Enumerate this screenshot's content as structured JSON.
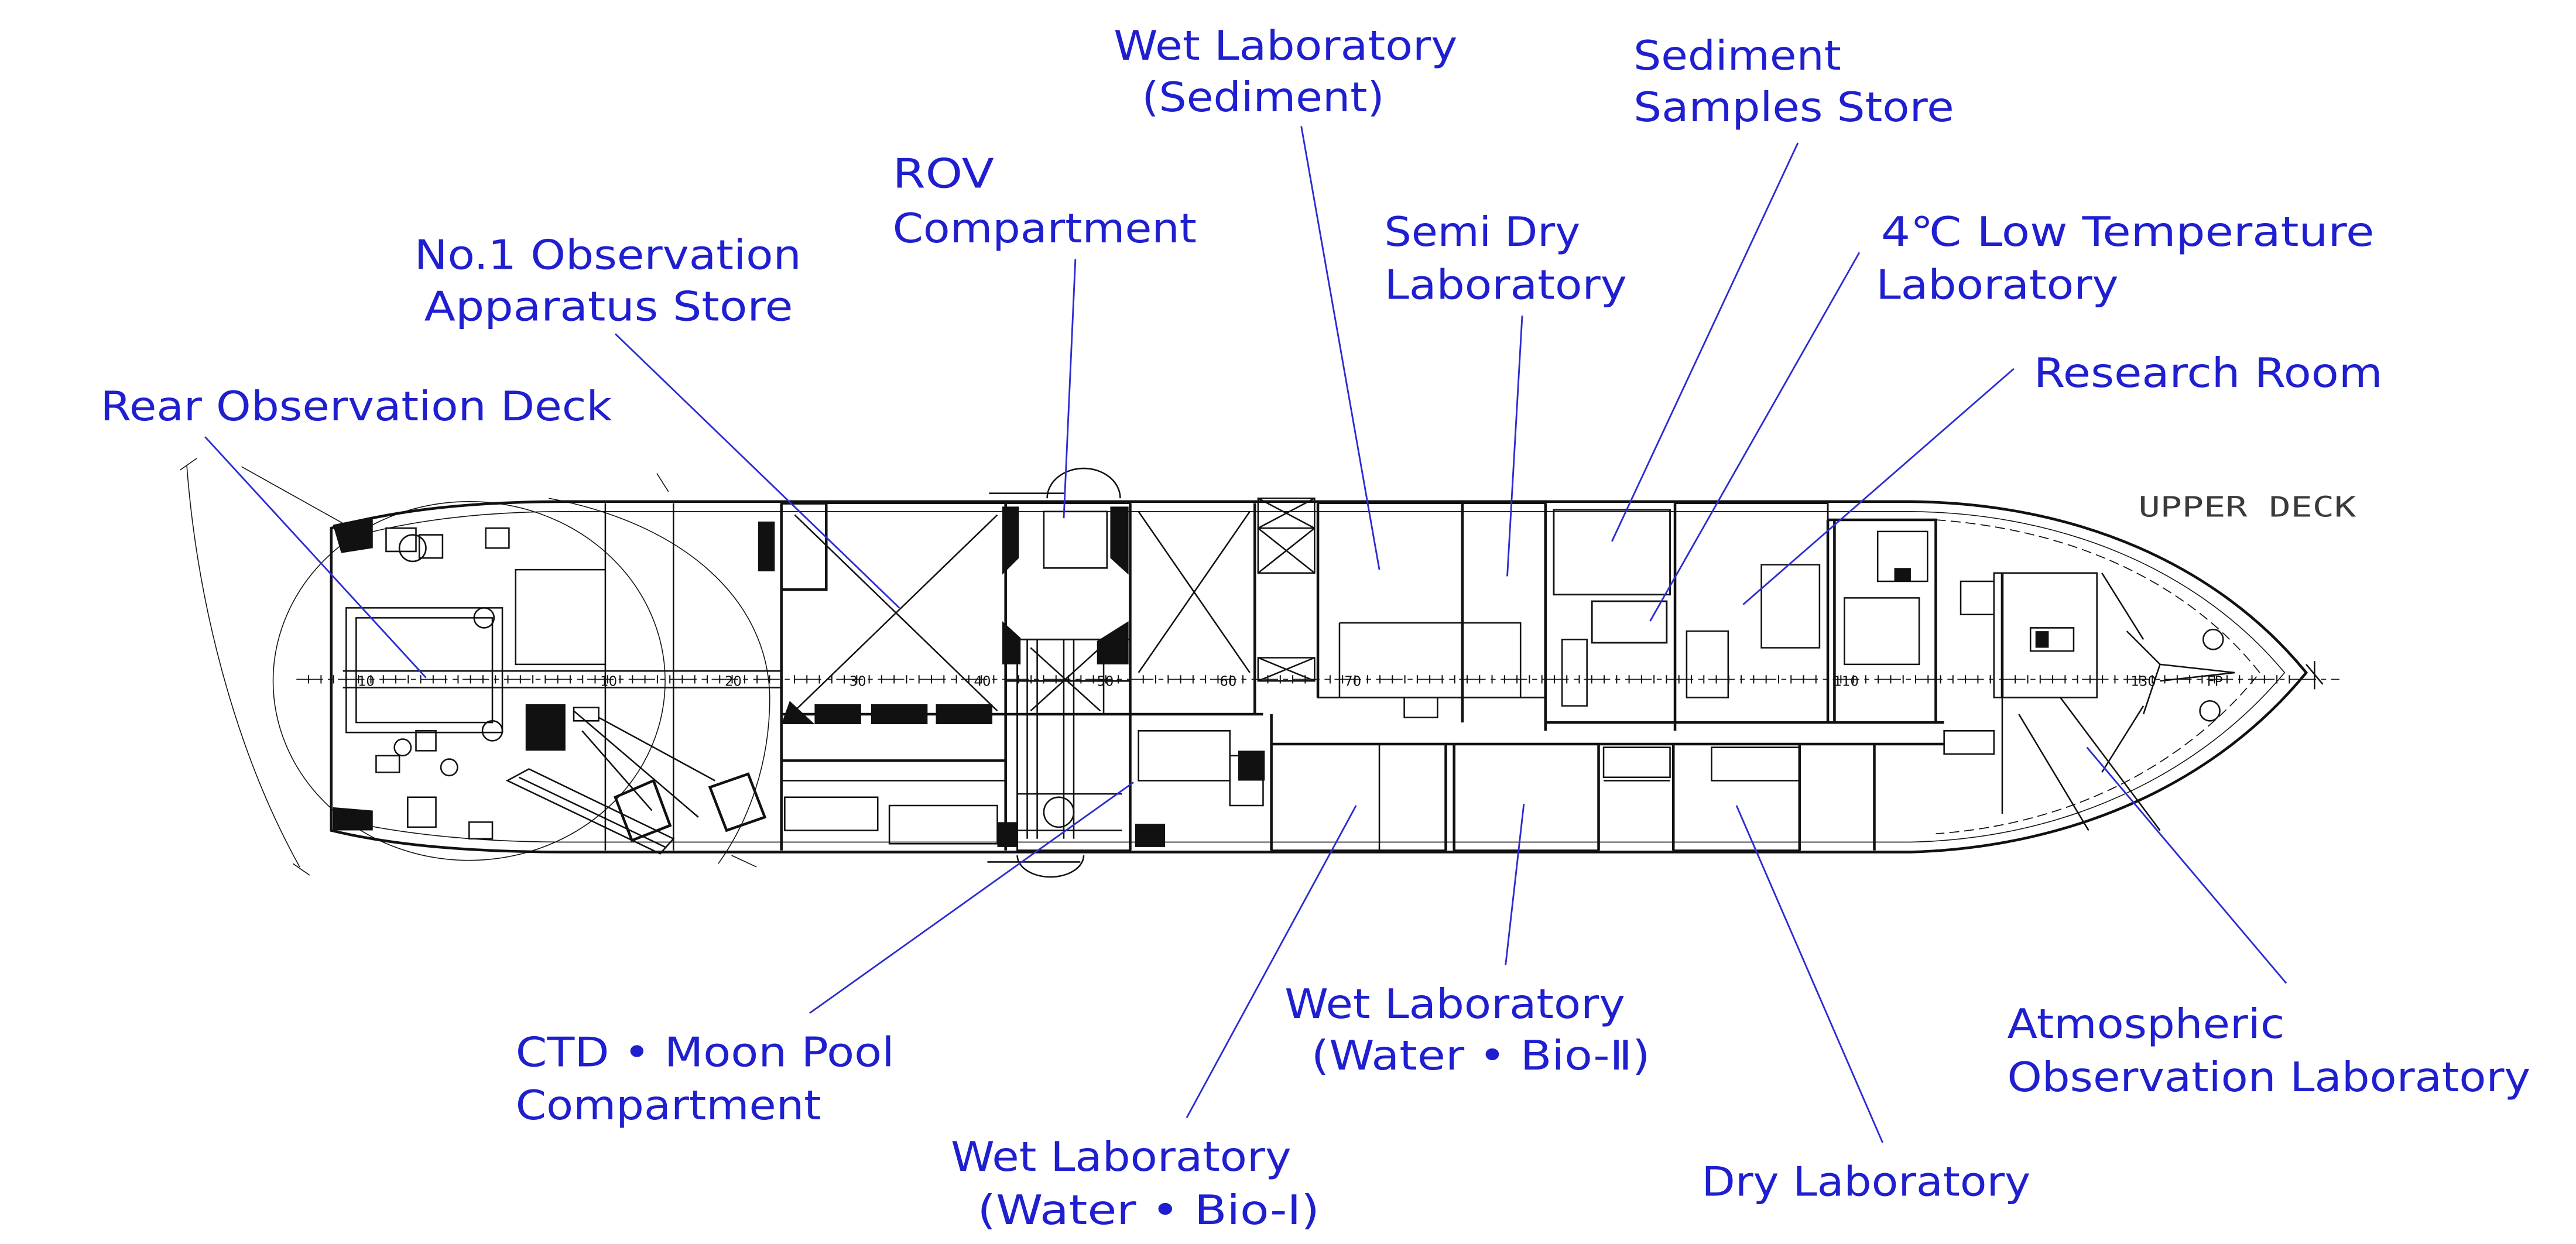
{
  "deck_name": "UPPER DECK",
  "labels": {
    "rear_observation_deck": {
      "line1": "Rear Observation Deck"
    },
    "no1_observation_apparatus_store": {
      "line1": "No.1 Observation",
      "line2": "Apparatus Store"
    },
    "rov_compartment": {
      "line1": "ROV",
      "line2": "Compartment"
    },
    "wet_laboratory_sediment": {
      "line1": "Wet Laboratory",
      "line2": "(Sediment)"
    },
    "semi_dry_laboratory": {
      "line1": "Semi Dry",
      "line2": "Laboratory"
    },
    "sediment_samples_store": {
      "line1": "Sediment",
      "line2": "Samples Store"
    },
    "low_temperature_laboratory": {
      "line1": "4℃ Low Temperature",
      "line2": "Laboratory"
    },
    "research_room": {
      "line1": "Research Room"
    },
    "ctd_moon_pool_compartment": {
      "line1": "CTD • Moon Pool",
      "line2": "Compartment"
    },
    "wet_laboratory_water_bio_1": {
      "line1": "Wet Laboratory",
      "line2": "(Water • Bio-Ⅰ)"
    },
    "wet_laboratory_water_bio_2": {
      "line1": "Wet Laboratory",
      "line2": "(Water • Bio-Ⅱ)"
    },
    "dry_laboratory": {
      "line1": "Dry Laboratory"
    },
    "atmospheric_observation_laboratory": {
      "line1": "Atmospheric",
      "line2": "Observation Laboratory"
    }
  },
  "frame_numbers": [
    "10",
    "10",
    "20",
    "30",
    "40",
    "50",
    "60",
    "70",
    "110",
    "130",
    "FP"
  ],
  "colors": {
    "label": "#1f1fcf",
    "leader_line": "#2b2bd4",
    "drawing": "#111111",
    "deck_name": "#3a3a3a"
  }
}
